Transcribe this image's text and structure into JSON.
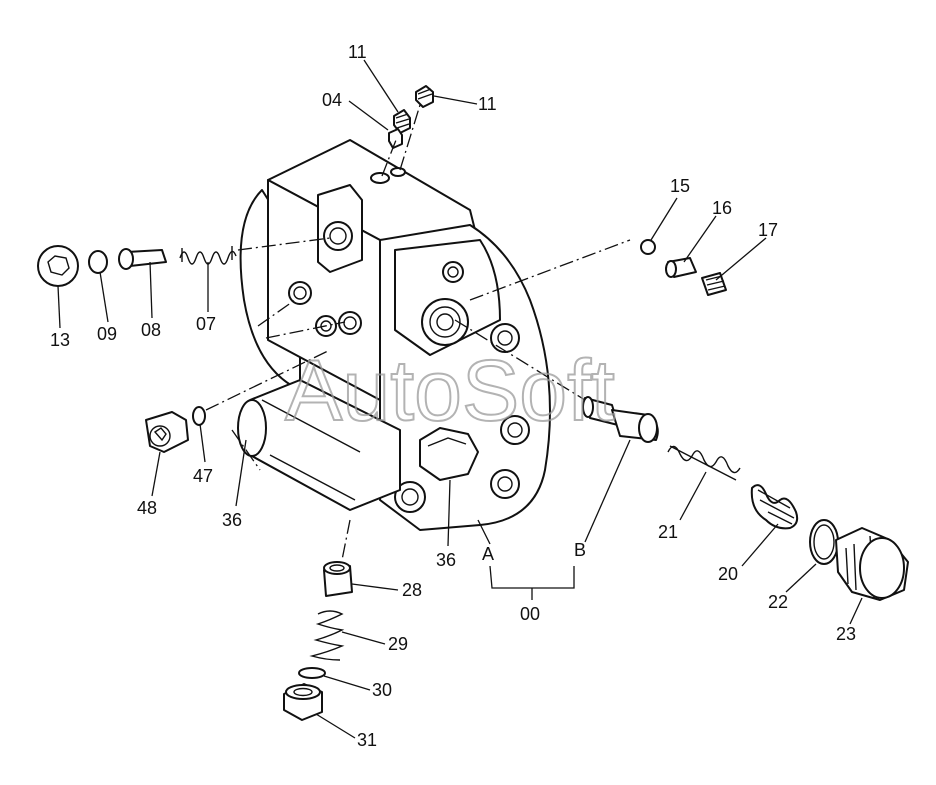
{
  "watermark": "AutoSoft",
  "labels": {
    "p11a": "11",
    "p04": "04",
    "p11b": "11",
    "p15": "15",
    "p16": "16",
    "p17": "17",
    "p13": "13",
    "p09": "09",
    "p08": "08",
    "p07": "07",
    "p48": "48",
    "p47": "47",
    "p36a": "36",
    "p36b": "36",
    "pA": "A",
    "pB": "B",
    "p00": "00",
    "p21": "21",
    "p20": "20",
    "p22": "22",
    "p23": "23",
    "p28": "28",
    "p29": "29",
    "p30": "30",
    "p31": "31"
  }
}
